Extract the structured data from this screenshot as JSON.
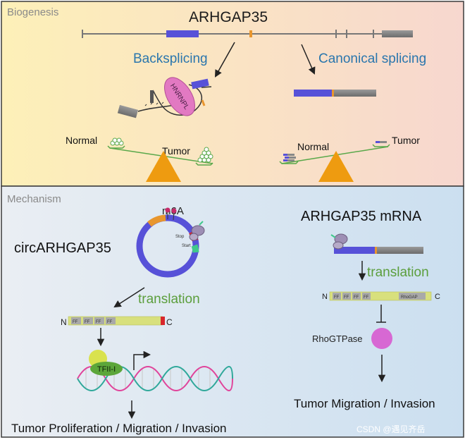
{
  "panels": {
    "top_label": "Biogenesis",
    "bottom_label": "Mechanism"
  },
  "biogenesis": {
    "gene": "ARHGAP35",
    "backsplicing": "Backsplicing",
    "canonical": "Canonical splicing",
    "protein_label": "HNRNPL",
    "left_scale": {
      "normal": "Normal",
      "tumor": "Tumor"
    },
    "right_scale": {
      "normal": "Normal",
      "tumor": "Tumor"
    }
  },
  "mechanism": {
    "circ_label": "circARHGAP35",
    "m6a": "m6A",
    "stop": "Stop",
    "start": "Start",
    "translation_left": "translation",
    "protein_n": "N",
    "protein_c": "C",
    "ff": [
      "FF",
      "FF",
      "FF",
      "FF"
    ],
    "tf": "TFII-I",
    "outcome_left": "Tumor Proliferation / Migration / Invasion",
    "mrna_label": "ARHGAP35 mRNA",
    "translation_right": "translation",
    "protein2_n": "N",
    "protein2_c": "C",
    "ff2": [
      "FF",
      "FF",
      "FF",
      "FF"
    ],
    "rhogap": "RhoGAP",
    "rhogtpase": "RhoGTPase",
    "outcome_right": "Tumor Migration / Invasion"
  },
  "watermark": "CSDN @遇见齐岳",
  "colors": {
    "exon_blue": "#5751d8",
    "exon_gray": "#7a7a7a",
    "orange": "#e8962e",
    "green_line": "#59a84a",
    "hnrnpl_pink": "#e279c2",
    "protein_yellow": "#d8e07d",
    "stop_red": "#d8262c",
    "ribosome_purple": "#9e8fb5",
    "tf_green": "#5ca63a",
    "tf_yellow": "#d9e24e",
    "dna_pink": "#e0439a",
    "dna_teal": "#2fa89a",
    "rhogtpase_magenta": "#d768d3"
  }
}
